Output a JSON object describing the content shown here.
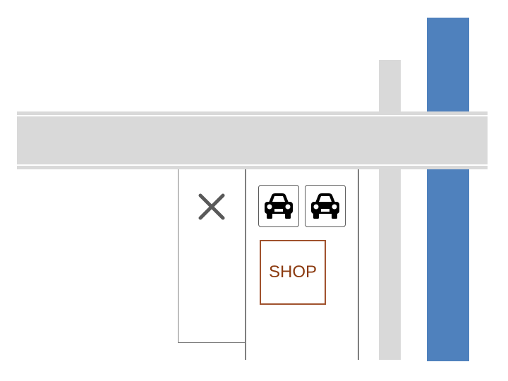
{
  "map": {
    "features": {
      "river": {
        "kind": "water",
        "color": "#4f81bd"
      },
      "main_road": {
        "kind": "road",
        "orientation": "horizontal",
        "color": "#d9d9d9"
      },
      "side_road": {
        "kind": "road",
        "orientation": "vertical",
        "color": "#d9d9d9"
      },
      "closed_lot": {
        "icon": "cross-icon",
        "color": "#595959"
      },
      "parking": [
        {
          "icon": "car-icon"
        },
        {
          "icon": "car-icon"
        }
      ],
      "shop": {
        "label": "SHOP",
        "border_color": "#a0522d",
        "text_color": "#8b3a0f"
      }
    }
  }
}
